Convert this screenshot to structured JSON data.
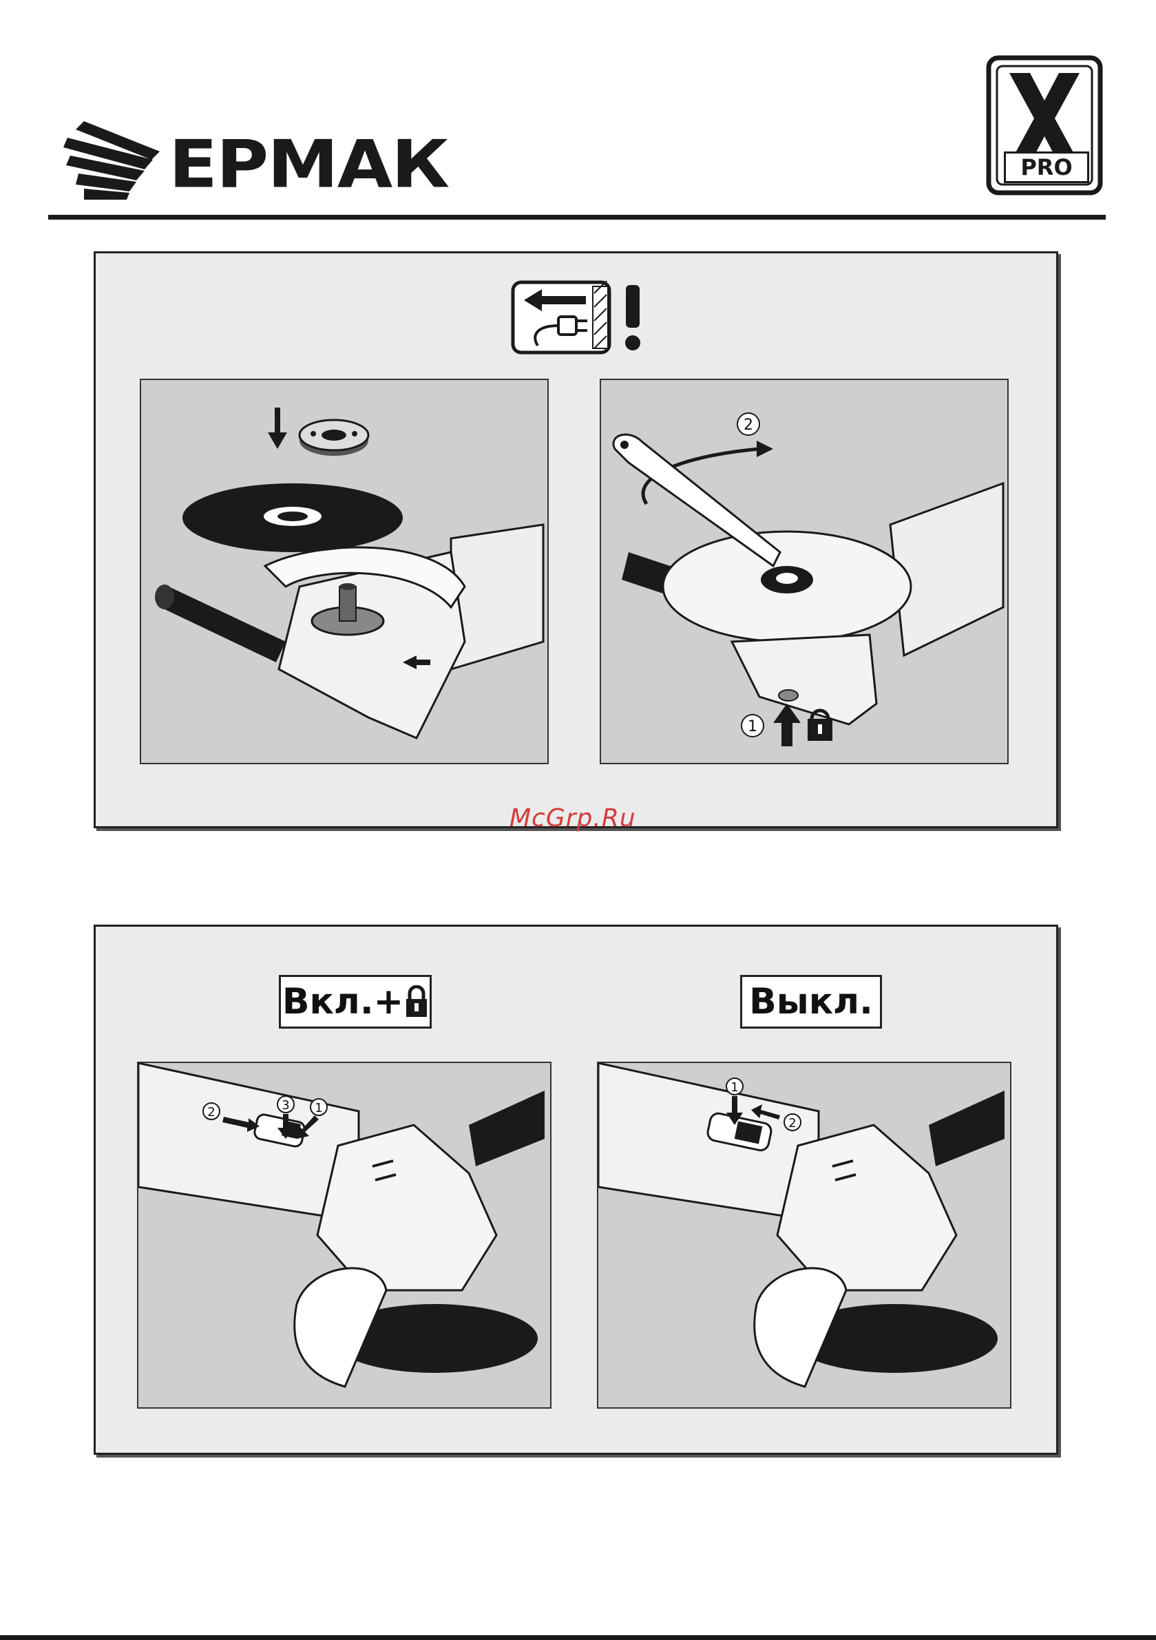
{
  "header": {
    "brand_name": "ЕРМАК",
    "badge_letter": "X",
    "badge_text": "PRO"
  },
  "section_disc": {
    "warning_icon": "unplug-before-service-icon",
    "left_step_icons": [
      "arrow-down-icon"
    ],
    "right_steps": {
      "step_one": "1",
      "step_two": "2"
    }
  },
  "watermark": "McGrp.Ru",
  "section_switch": {
    "on_label": "Вкл.+",
    "off_label": "Выкл.",
    "on_steps": {
      "one": "1",
      "two": "2",
      "three": "3"
    },
    "off_steps": {
      "one": "1",
      "two": "2"
    }
  },
  "colors": {
    "panel_bg": "#ebebeb",
    "frame_bg": "#cfcfcf",
    "ink": "#1a1a1a",
    "watermark": "#d33b3b"
  }
}
